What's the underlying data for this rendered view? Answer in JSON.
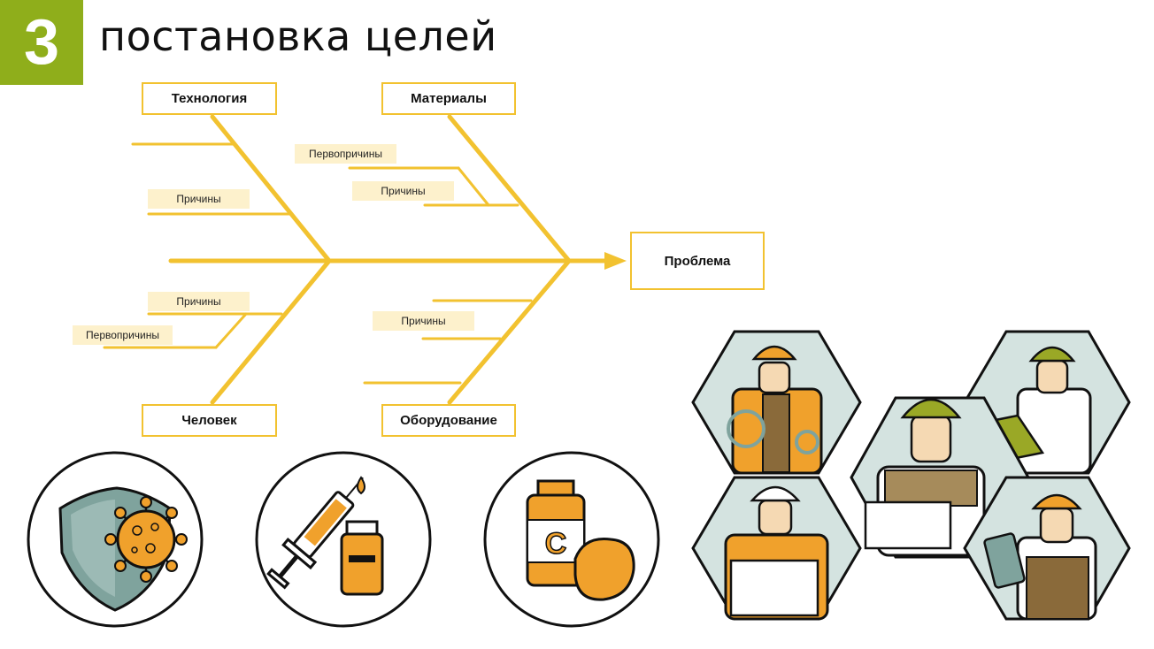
{
  "header": {
    "step_number": "3",
    "title": "постановка целей"
  },
  "diagram": {
    "effect": "Проблема",
    "categories": {
      "top_left": "Технология",
      "top_right": "Материалы",
      "bottom_left": "Человек",
      "bottom_right": "Оборудование"
    },
    "sub_labels": {
      "cause_tl": "Причины",
      "root_tr": "Первопричины",
      "cause_tr": "Причины",
      "cause_bl": "Причины",
      "root_bl": "Первопричины",
      "cause_br": "Причины"
    }
  },
  "illustrations": {
    "icons": [
      "shield-virus-icon",
      "syringe-vial-icon",
      "vitamin-c-lemon-icon"
    ],
    "workers": [
      "worker-with-cable-icon",
      "engineer-with-drawings-icon",
      "inspector-with-clipboard-icon",
      "worker-with-blueprint-icon",
      "worker-with-tablet-icon"
    ]
  },
  "colors": {
    "accent_yellow": "#f2c230",
    "badge_green": "#8fae1b",
    "tag_fill": "#fdf1cc",
    "orange": "#f0a12c",
    "teal": "#7fa39d",
    "hex_bg": "#d4e3e0",
    "helmet_green": "#9aa826"
  }
}
